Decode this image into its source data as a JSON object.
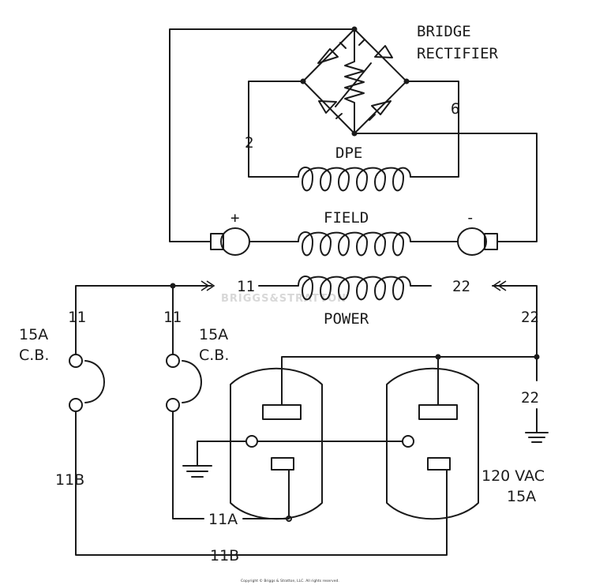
{
  "labels": {
    "bridge_line1": "BRIDGE",
    "bridge_line2": "RECTIFIER",
    "dpe": "DPE",
    "field": "FIELD",
    "plus": "+",
    "minus": "-",
    "power": "POWER",
    "wire_2": "2",
    "wire_6": "6",
    "wire_11_power": "11",
    "wire_22_power": "22",
    "wire_11_left": "11",
    "wire_11_mid": "11",
    "wire_22_right": "22",
    "wire_22_lower": "22",
    "cb_left_rating": "15A",
    "cb_left_type": "C.B.",
    "cb_right_rating": "15A",
    "cb_right_type": "C.B.",
    "wire_11b_left": "11B",
    "wire_11a_bottom": "11A",
    "wire_11b_bottom": "11B",
    "outlet_voltage": "120 VAC",
    "outlet_current": "15A"
  },
  "watermark": "BRIGGS&STRATTON",
  "copyright": "Copyright © Briggs & Stratton, LLC. All rights reserved."
}
